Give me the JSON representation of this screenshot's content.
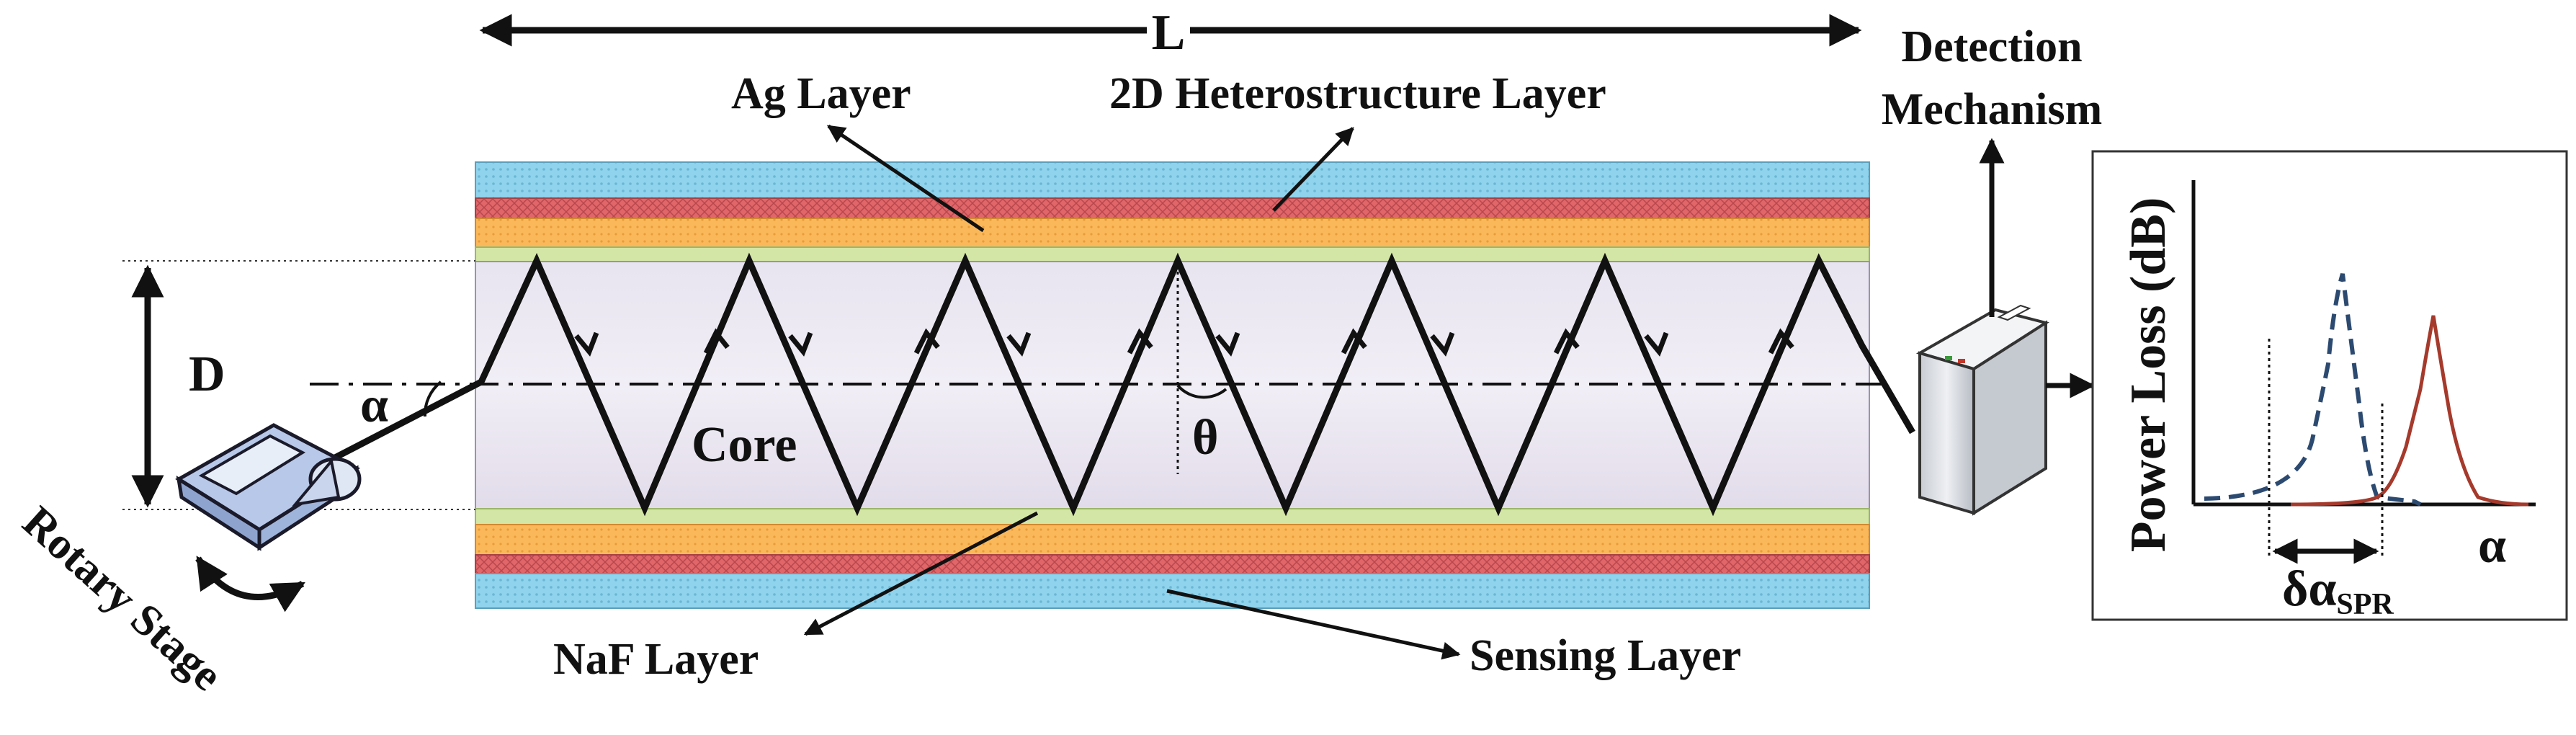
{
  "labels": {
    "length": "L",
    "ag_layer": "Ag Layer",
    "heterostructure_layer": "2D Heterostructure Layer",
    "detection_line1": "Detection",
    "detection_line2": "Mechanism",
    "diameter": "D",
    "incidence_angle": "α",
    "core": "Core",
    "theta": "θ",
    "naf_layer": "NaF Layer",
    "sensing_layer": "Sensing Layer",
    "rotary_stage": "Rotary Stage",
    "inset_ylabel": "Power Loss (dB)",
    "inset_xlabel": "α",
    "inset_shift_main": "δα",
    "inset_shift_sub": "SPR"
  },
  "colors": {
    "blue_layer": "#8fd3ec",
    "red_layer": "#e0666a",
    "orange_layer": "#fbb85a",
    "green_layer": "#d4e6a6",
    "core": "#e4e0ec",
    "dashed_curve": "#2c4a70",
    "solid_curve": "#a53a2c",
    "lines": "#111111"
  },
  "icons": [
    "light-source-icon",
    "detector-icon",
    "rotation-arrow-icon"
  ]
}
